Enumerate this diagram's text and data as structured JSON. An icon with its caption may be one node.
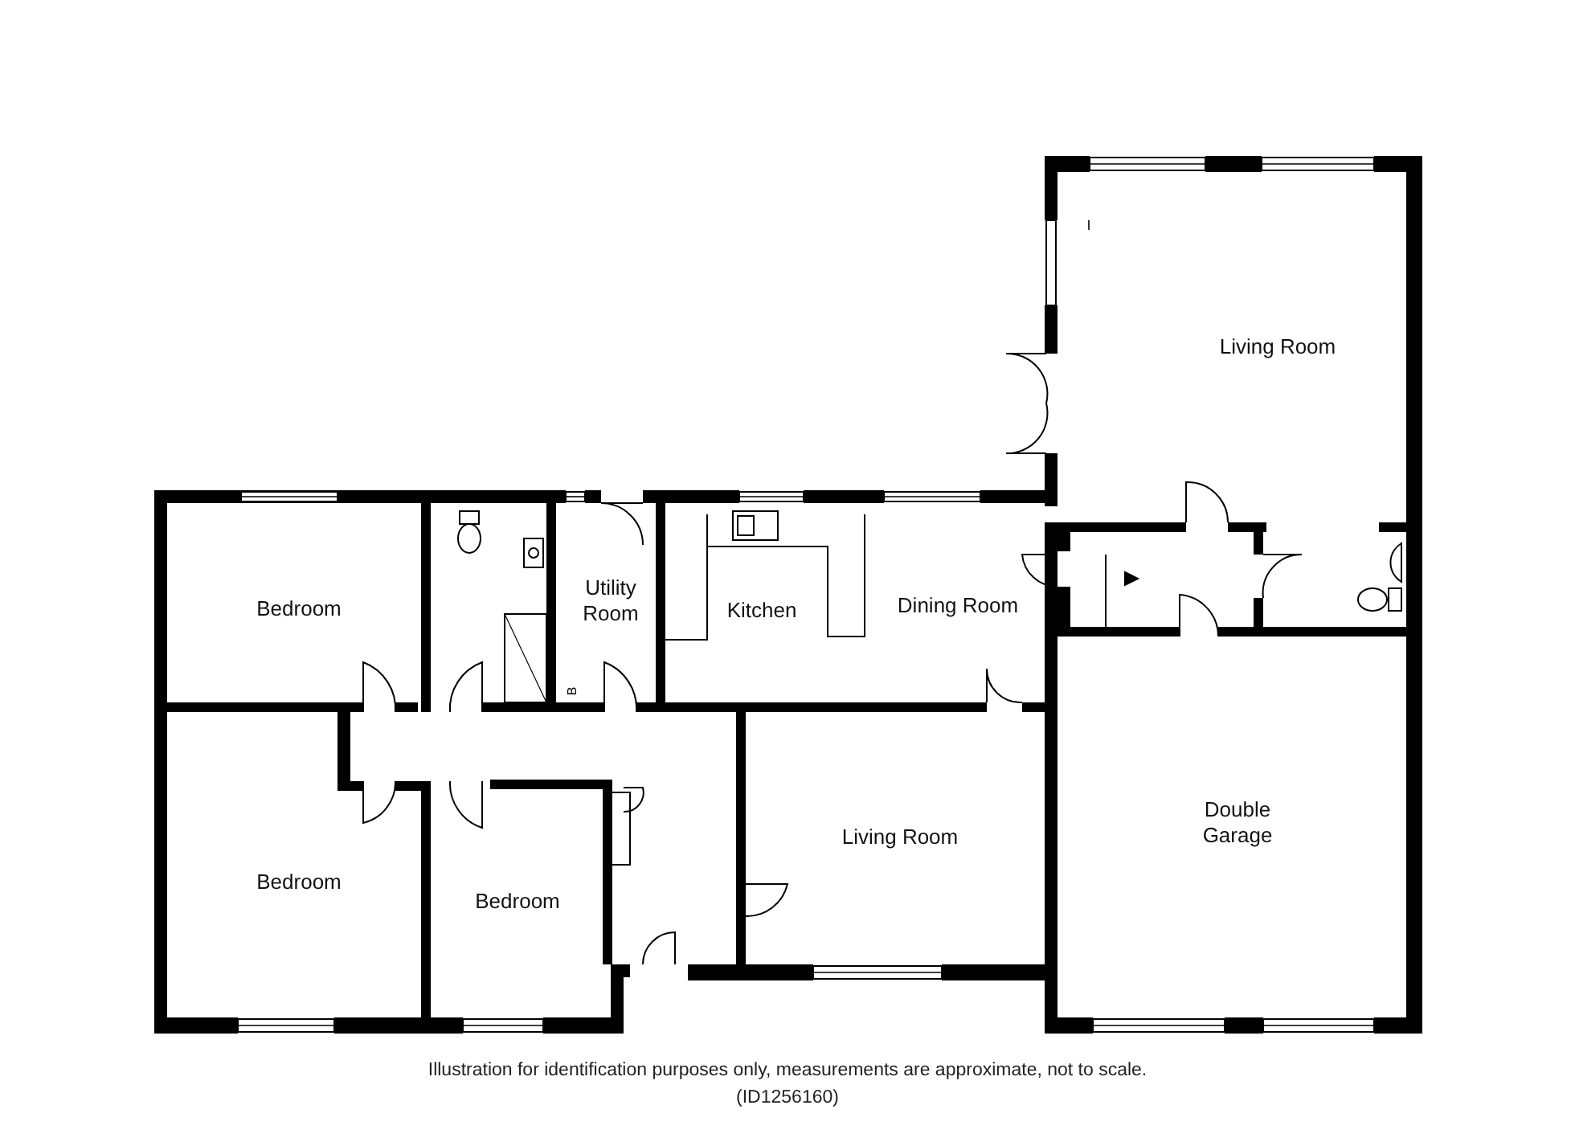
{
  "diagram": {
    "caption": "Illustration for identification purposes only, measurements are approximate, not to scale. (ID1256160)",
    "nodes": [
      {
        "text": [
          "Living Room"
        ]
      },
      {
        "text": [
          "Bedroom"
        ]
      },
      {
        "text": [
          "Utility Room"
        ]
      },
      {
        "text": [
          "Kitchen"
        ]
      },
      {
        "text": [
          "Dining Room"
        ]
      },
      {
        "text": [
          "Bedroom"
        ]
      },
      {
        "text": [
          "Bedroom"
        ]
      },
      {
        "text": [
          "Living Room"
        ]
      },
      {
        "text": [
          "Double Garage"
        ]
      }
    ],
    "labels": [
      "B"
    ]
  }
}
